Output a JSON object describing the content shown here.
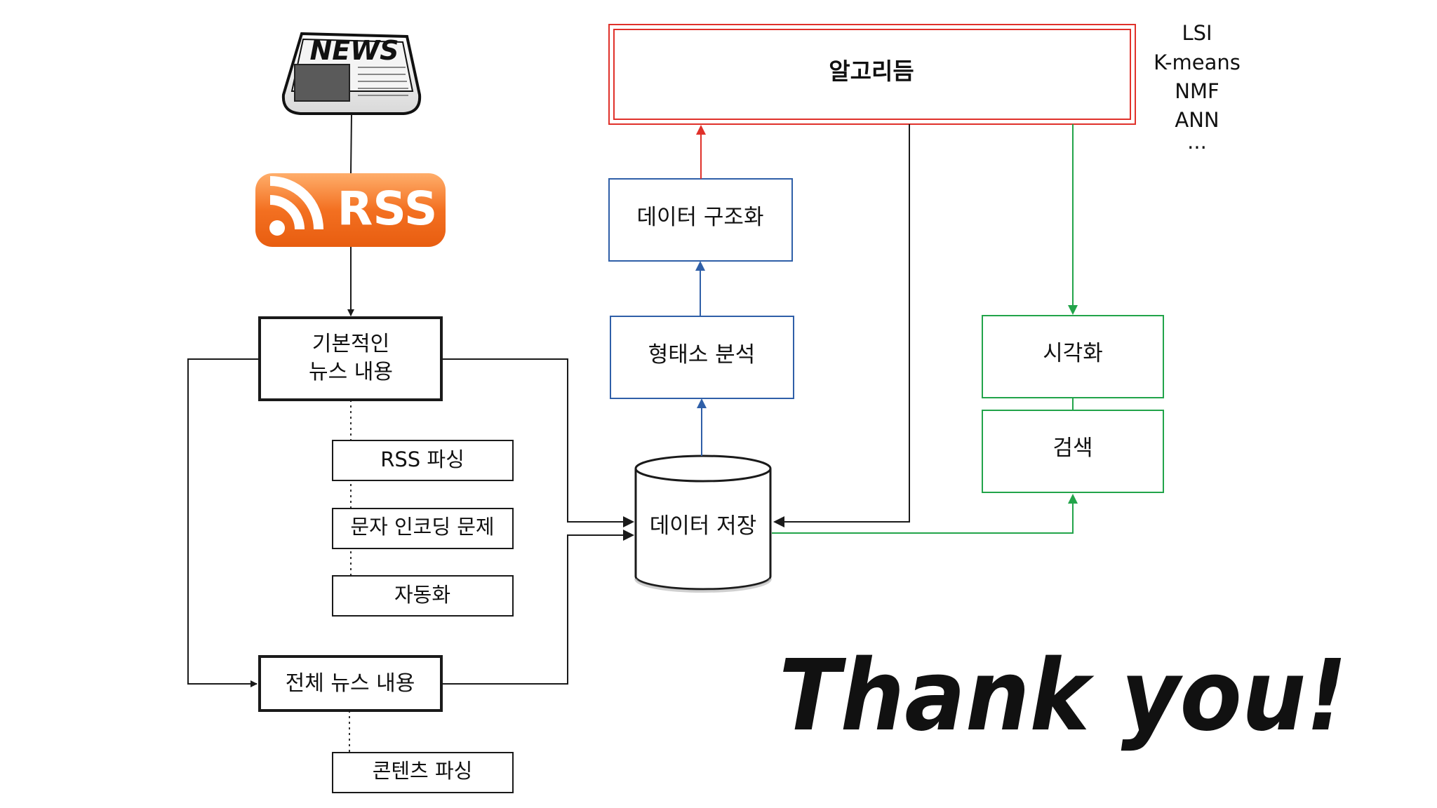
{
  "colors": {
    "black": "#1a1a1a",
    "blue": "#2f5fa8",
    "green": "#22a44a",
    "red": "#e0312a",
    "rss_orange": "#f37021"
  },
  "icons": {
    "news": "newspaper-icon",
    "rss": "rss-feed-icon"
  },
  "news_icon": {
    "label": "NEWS"
  },
  "rss_icon": {
    "label": "RSS"
  },
  "nodes": {
    "basic_news_line1": "기본적인",
    "basic_news_line2": "뉴스 내용",
    "rss_parsing": "RSS 파싱",
    "char_encoding": "문자 인코딩 문제",
    "automation": "자동화",
    "full_news": "전체 뉴스 내용",
    "content_parsing": "콘텐츠 파싱",
    "data_storage": "데이터 저장",
    "morph_analysis": "형태소 분석",
    "data_structuring": "데이터 구조화",
    "algorithm": "알고리듬",
    "visualization": "시각화",
    "search": "검색"
  },
  "algorithm_list": [
    "LSI",
    "K-means",
    "NMF",
    "ANN",
    "..."
  ],
  "closing_text": "Thank you!"
}
